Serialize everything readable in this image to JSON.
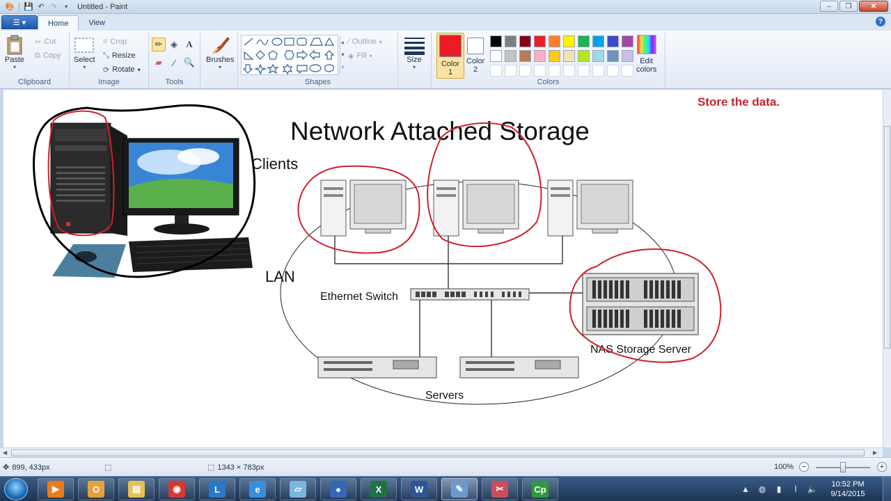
{
  "window": {
    "title": "Untitled - Paint",
    "controls": {
      "minimize": "–",
      "maximize": "❐",
      "close": "✕"
    }
  },
  "quick_access": [
    "save-icon",
    "undo-icon",
    "redo-icon"
  ],
  "ribbon": {
    "app_menu_label": "☰ ▾",
    "tabs": [
      "Home",
      "View"
    ],
    "active_tab": "Home",
    "clipboard": {
      "paste": "Paste",
      "cut": "Cut",
      "copy": "Copy",
      "group": "Clipboard"
    },
    "image": {
      "select": "Select",
      "crop": "Crop",
      "resize": "Resize",
      "rotate": "Rotate",
      "group": "Image"
    },
    "tools": {
      "group": "Tools",
      "items": [
        "pencil-icon",
        "fill-icon",
        "text-icon",
        "eraser-icon",
        "color-picker-icon",
        "magnifier-icon"
      ]
    },
    "brushes": {
      "label": "Brushes"
    },
    "shapes": {
      "group": "Shapes",
      "outline": "Outline",
      "fill": "Fill"
    },
    "size": {
      "label": "Size"
    },
    "colors": {
      "group": "Colors",
      "color1_label": "Color",
      "color1_num": "1",
      "color2_label": "Color",
      "color2_num": "2",
      "color1": "#ed1c24",
      "color2": "#ffffff",
      "edit_label": "Edit",
      "edit_label2": "colors",
      "palette": [
        "#000000",
        "#7f7f7f",
        "#880015",
        "#ed1c24",
        "#ff7f27",
        "#fff200",
        "#22b14c",
        "#00a2e8",
        "#3f48cc",
        "#a349a4",
        "#ffffff",
        "#c3c3c3",
        "#b97a57",
        "#ffaec9",
        "#ffc90e",
        "#efe4b0",
        "#b5e61d",
        "#99d9ea",
        "#7092be",
        "#c8bfe7"
      ]
    }
  },
  "canvas": {
    "annotation": "Store the data.",
    "diagram": {
      "title": "Network Attached Storage",
      "clients_label": "Clients",
      "lan_label": "LAN",
      "switch_label": "Ethernet Switch",
      "nas_label": "NAS Storage Server",
      "servers_label": "Servers"
    }
  },
  "status": {
    "cursor_pos": "899, 433px",
    "canvas_size": "1343 × 783px",
    "zoom": "100%"
  },
  "taskbar": {
    "apps": [
      {
        "name": "media-player",
        "color": "#e87b1e",
        "glyph": "▶"
      },
      {
        "name": "outlook",
        "color": "#e7a13a",
        "glyph": "O"
      },
      {
        "name": "explorer",
        "color": "#e5c15a",
        "glyph": "▤"
      },
      {
        "name": "chrome",
        "color": "#d8382f",
        "glyph": "◉"
      },
      {
        "name": "lync",
        "color": "#2a78c6",
        "glyph": "L"
      },
      {
        "name": "internet-explorer",
        "color": "#3a8fdc",
        "glyph": "e"
      },
      {
        "name": "notepad",
        "color": "#7ab7e0",
        "glyph": "▱"
      },
      {
        "name": "onenote",
        "color": "#3467b4",
        "glyph": "●"
      },
      {
        "name": "excel",
        "color": "#1f7244",
        "glyph": "X"
      },
      {
        "name": "word",
        "color": "#2b579a",
        "glyph": "W"
      },
      {
        "name": "paint",
        "color": "#6c9ad0",
        "glyph": "✎"
      },
      {
        "name": "snipping-tool",
        "color": "#c94f5c",
        "glyph": "✂"
      },
      {
        "name": "camtasia",
        "color": "#2f9a3c",
        "glyph": "Cp"
      }
    ],
    "clock_time": "10:52 PM",
    "clock_date": "9/14/2015"
  }
}
